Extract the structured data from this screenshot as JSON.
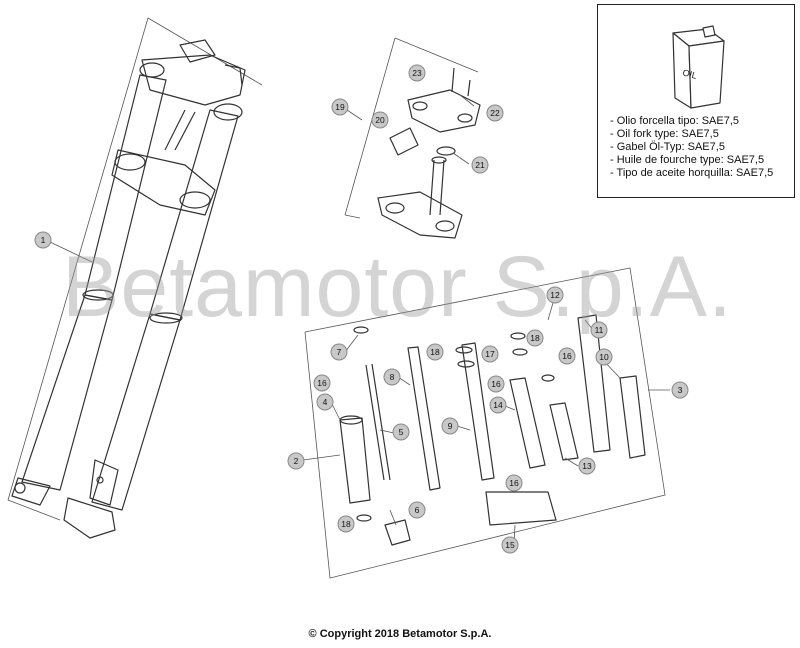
{
  "watermark": "Betamotor S.p.A.",
  "oil_box": {
    "can_label": "OIL",
    "lines": [
      "- Olio forcella tipo: SAE7,5",
      "- Oil fork type: SAE7,5",
      "- Gabel Öl-Typ: SAE7,5",
      "- Huile de fourche type: SAE7,5",
      "- Tipo de aceite horquilla: SAE7,5"
    ]
  },
  "callouts": {
    "c1": "1",
    "c2": "2",
    "c3": "3",
    "c4": "4",
    "c5": "5",
    "c6": "6",
    "c7": "7",
    "c8": "8",
    "c9": "9",
    "c10": "10",
    "c11": "11",
    "c12": "12",
    "c13": "13",
    "c14": "14",
    "c15": "15",
    "c16a": "16",
    "c16b": "16",
    "c16c": "16",
    "c16d": "16",
    "c17": "17",
    "c18a": "18",
    "c18b": "18",
    "c18c": "18",
    "c19": "19",
    "c20": "20",
    "c21": "21",
    "c22": "22",
    "c23": "23"
  },
  "copyright": "© Copyright 2018 Betamotor S.p.A."
}
